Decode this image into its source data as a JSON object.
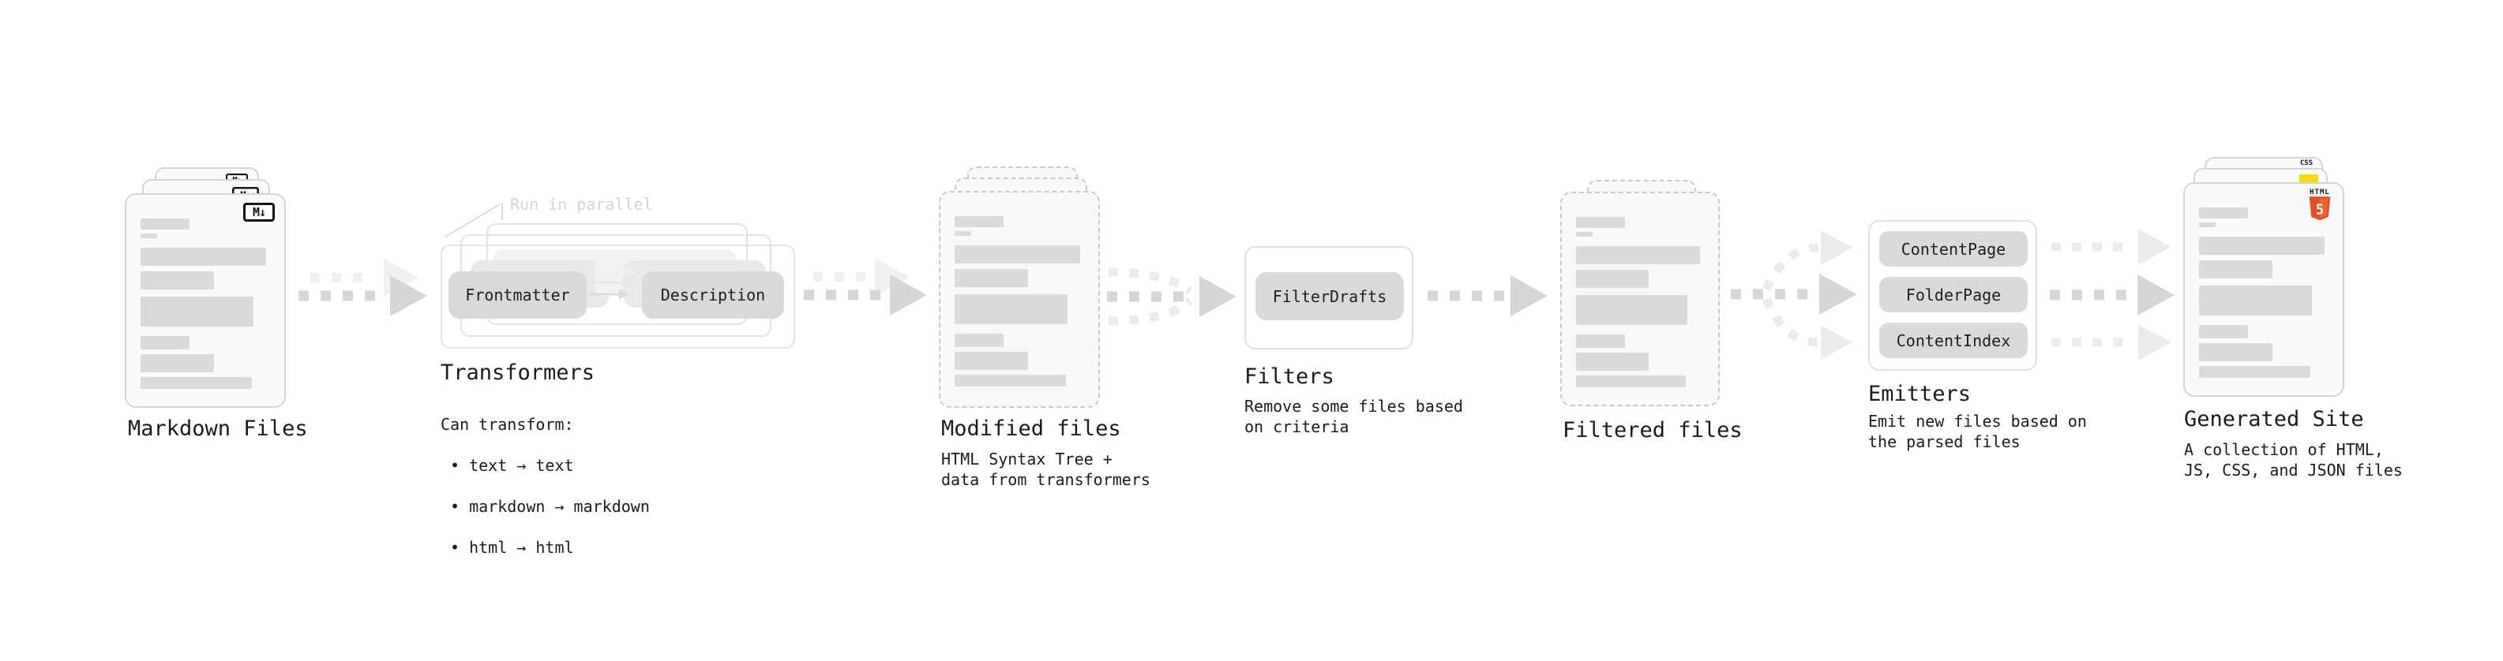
{
  "file_bars": [
    [
      38,
      14,
      0
    ],
    [
      13,
      6,
      5
    ],
    [
      97,
      23,
      12
    ],
    [
      57,
      23,
      7
    ],
    [
      87,
      38,
      9
    ],
    [
      38,
      17,
      12
    ],
    [
      57,
      23,
      6
    ],
    [
      86,
      15,
      6
    ]
  ],
  "badges": {
    "markdown": "M↓",
    "html_word": "HTML",
    "html_number": "5",
    "css_word": "CSS"
  },
  "stages": {
    "markdown": {
      "title": "Markdown Files"
    },
    "transformers": {
      "annotation": "Run in parallel",
      "transformer_left": "Frontmatter",
      "transformer_right": "Description",
      "title": "Transformers",
      "desc_heading": "Can transform:",
      "bullets": [
        "• text → text",
        "• markdown → markdown",
        "• html → html"
      ]
    },
    "modified": {
      "title": "Modified files",
      "desc": "HTML Syntax Tree +\ndata from transformers"
    },
    "filters": {
      "filter_name": "FilterDrafts",
      "title": "Filters",
      "desc": "Remove some files based\non criteria"
    },
    "filtered": {
      "title": "Filtered files"
    },
    "emitters": {
      "emitter_names": [
        "ContentPage",
        "FolderPage",
        "ContentIndex"
      ],
      "title": "Emitters",
      "desc": "Emit new files based on\nthe parsed files"
    },
    "generated": {
      "title": "Generated Site",
      "desc": "A collection of HTML,\nJS, CSS, and JSON files"
    }
  },
  "colors": {
    "arrow": "#d6d6d6",
    "arrow_ghost": "#f0f0f0",
    "arrow_faint": "#ebebeb",
    "card_bg": "#fafafa",
    "card_border": "#d4d4d4",
    "dash_border": "#c9c9c9",
    "bar": "#dadada",
    "pill_bg": "#d9d9d9",
    "annotation": "#d4d4d4",
    "text": "#1b1b1b",
    "accent_html5": "#e44d26",
    "accent_html5_light": "#f16529",
    "accent_js": "#f7dc00",
    "accent_css": "#2b6be8"
  }
}
